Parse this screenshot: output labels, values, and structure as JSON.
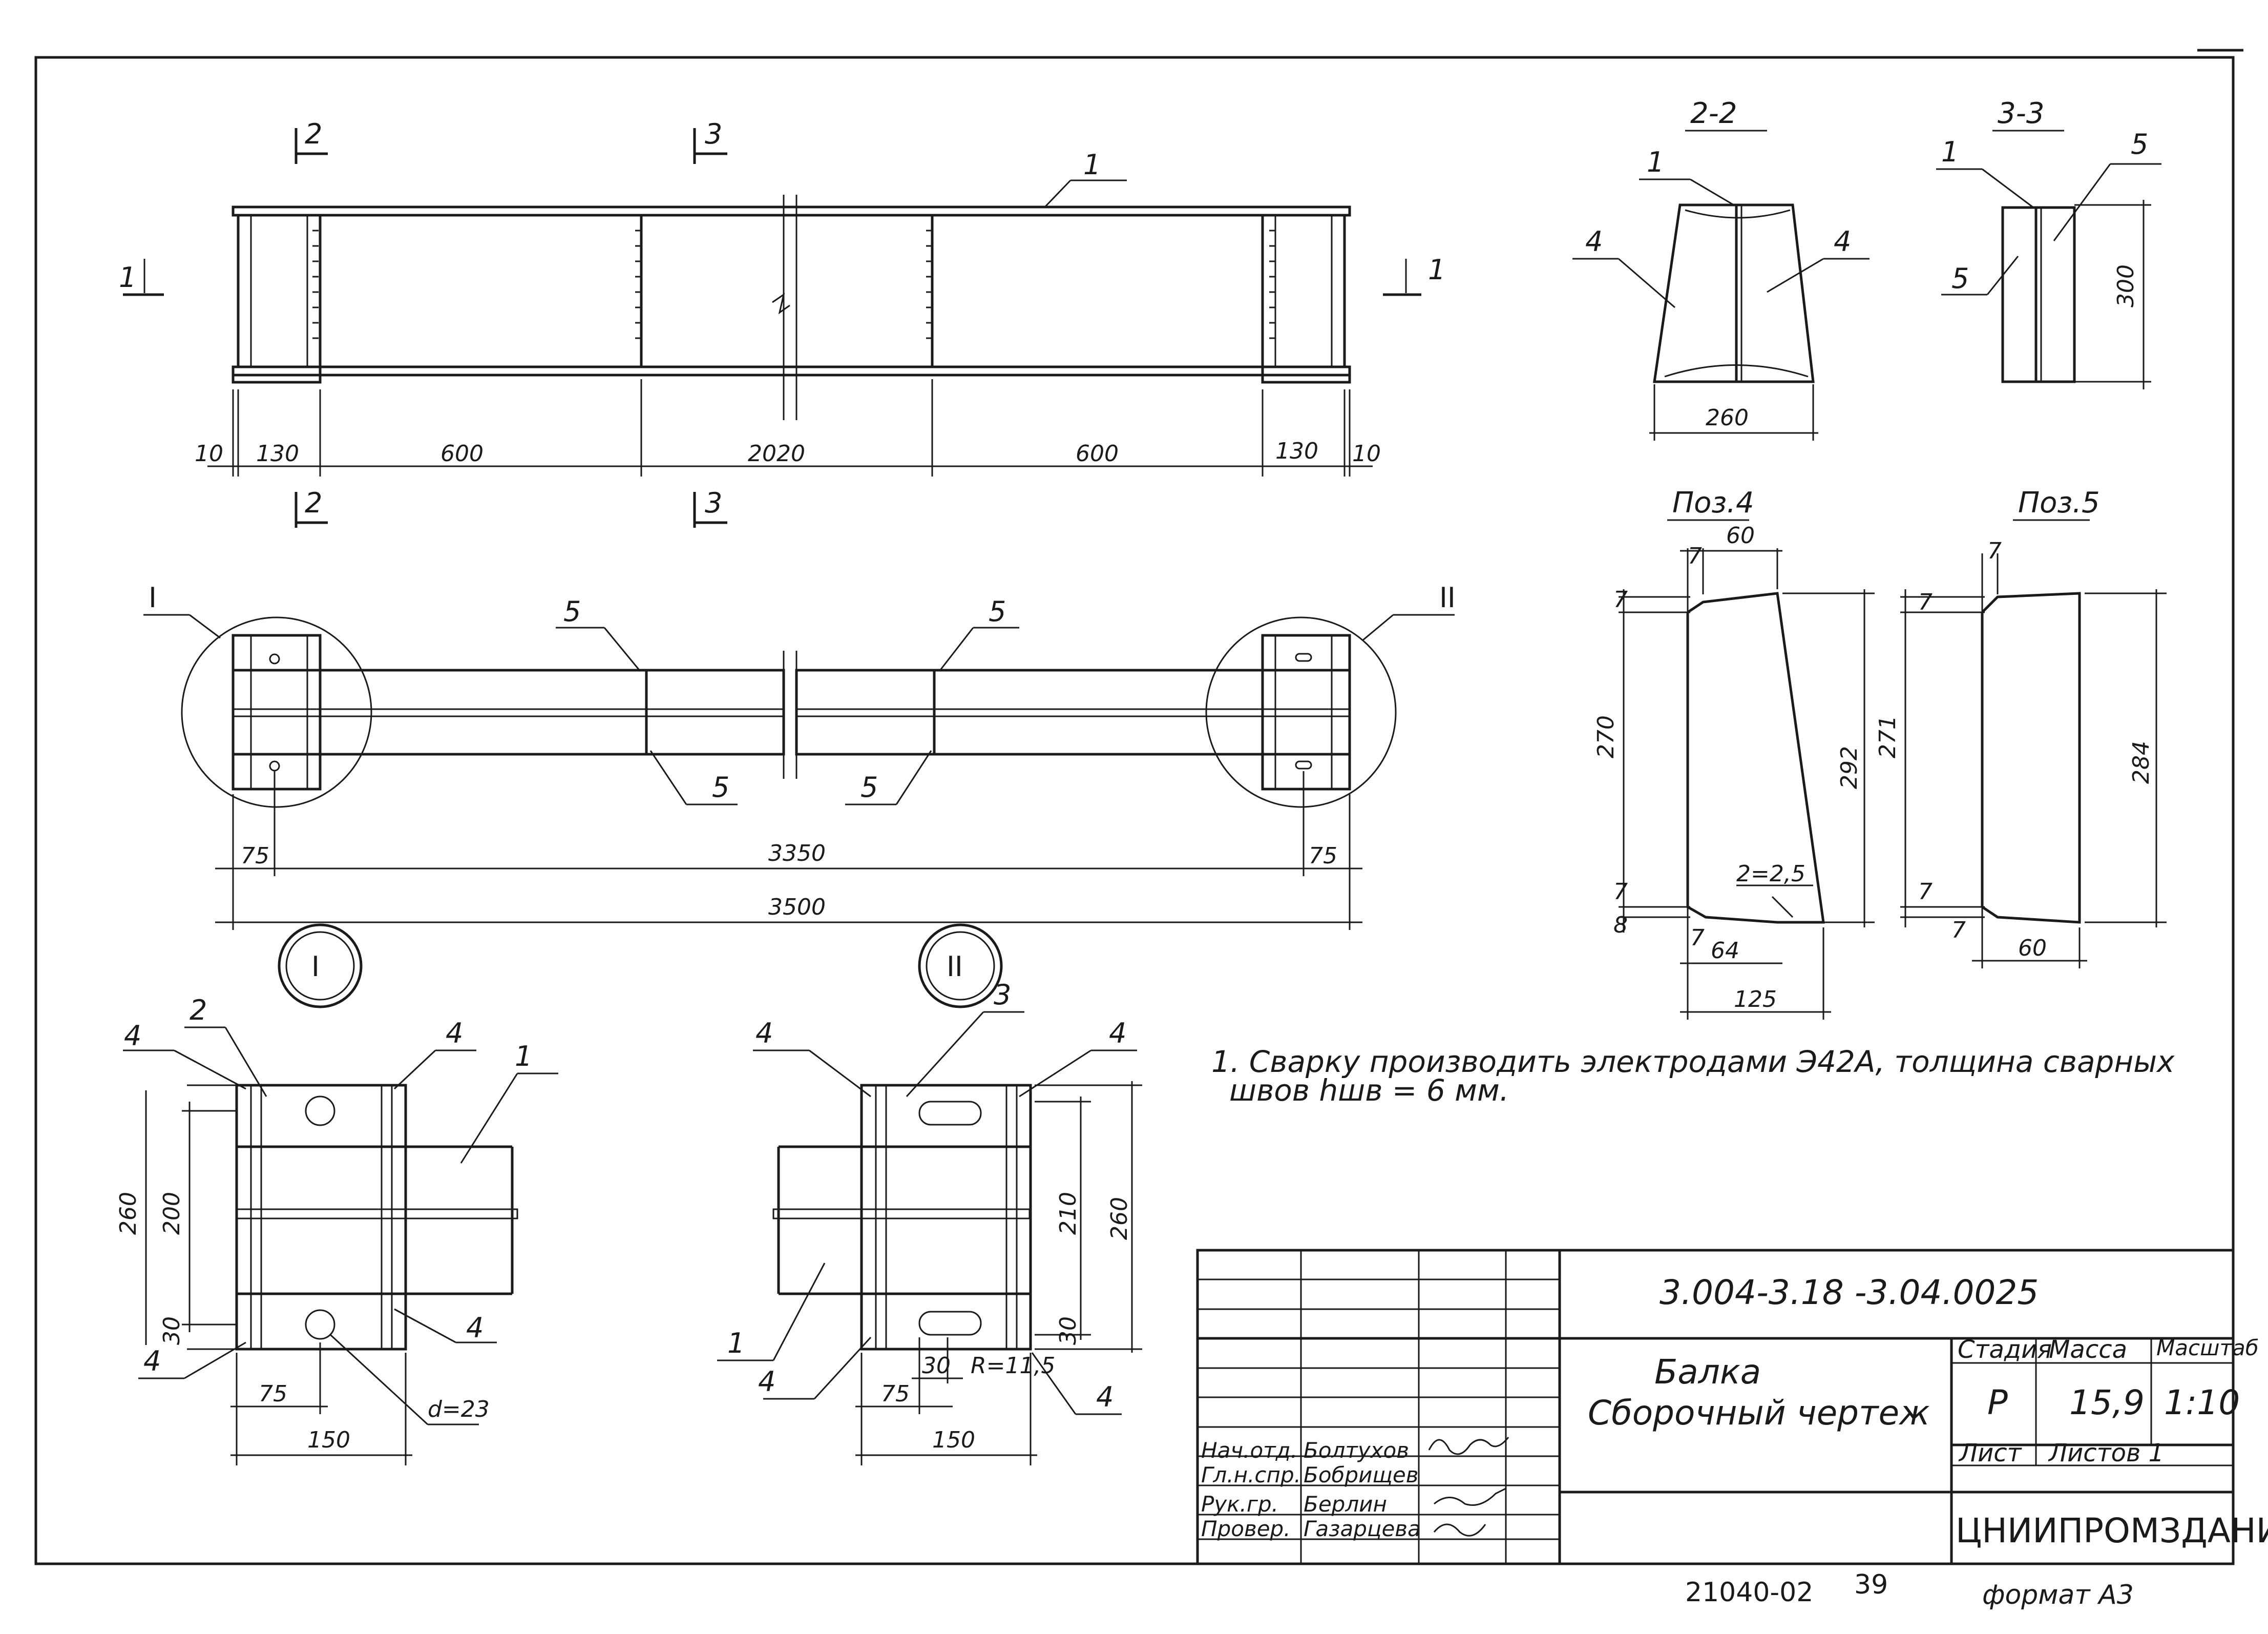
{
  "views": {
    "elevation": {
      "section_marks": [
        "2",
        "3",
        "2",
        "3"
      ],
      "view_mark_left": "1",
      "view_mark_right": "1",
      "part_label": "1",
      "dims": [
        "10",
        "130",
        "600",
        "2020",
        "600",
        "130",
        "10"
      ]
    },
    "plan": {
      "callout_left": "I",
      "callout_right": "II",
      "stiffener_labels": [
        "5",
        "5",
        "5",
        "5"
      ],
      "dims_top": [
        "75",
        "3350",
        "75"
      ],
      "dim_overall": "3500"
    },
    "section_2_2": {
      "title": "2-2",
      "labels": [
        "1",
        "4",
        "4"
      ],
      "dim_width": "260"
    },
    "section_3_3": {
      "title": "3-3",
      "labels": [
        "1",
        "5",
        "5"
      ],
      "dim_height": "300"
    },
    "pos4": {
      "title": "Поз.4",
      "dims": [
        "60",
        "7",
        "7",
        "270",
        "292",
        "7",
        "8",
        "7",
        "64",
        "125"
      ],
      "weld": "2=2,5"
    },
    "pos5": {
      "title": "Поз.5",
      "dims": [
        "7",
        "7",
        "271",
        "284",
        "7",
        "7",
        "60"
      ]
    },
    "detail_I": {
      "mark": "I",
      "labels": [
        "4",
        "2",
        "4",
        "1",
        "4",
        "4"
      ],
      "dims": [
        "260",
        "200",
        "30",
        "75",
        "150"
      ],
      "hole": "d=23"
    },
    "detail_II": {
      "mark": "II",
      "labels": [
        "4",
        "3",
        "4",
        "1",
        "4",
        "4"
      ],
      "dims": [
        "210",
        "260",
        "30",
        "30",
        "R=11,5",
        "75",
        "150"
      ]
    }
  },
  "note": {
    "line1": "1. Сварку производить электродами Э42А, толщина сварных",
    "line2": "швов hшв = 6 мм."
  },
  "title_block": {
    "designation": "3.004-3.18 -3.04.0025",
    "name_line1": "Балка",
    "name_line2": "Сборочный чертеж",
    "stage_header": "Стадия",
    "mass_header": "Масса",
    "scale_header": "Масштаб",
    "stage": "Р",
    "mass": "15,9",
    "scale": "1:10",
    "sheet_label": "Лист",
    "sheets_label": "Листов 1",
    "organization": "ЦНИИПРОМЗДАНИЙ",
    "roles": [
      {
        "role": "Нач.отд.",
        "name": "Болтухов"
      },
      {
        "role": "Гл.н.спр.",
        "name": "Бобрищев"
      },
      {
        "role": "Рук.гр.",
        "name": "Берлин"
      },
      {
        "role": "Провер.",
        "name": "Газарцева"
      }
    ]
  },
  "footer": {
    "inventory": "21040-02",
    "page": "39",
    "format": "формат А3"
  }
}
